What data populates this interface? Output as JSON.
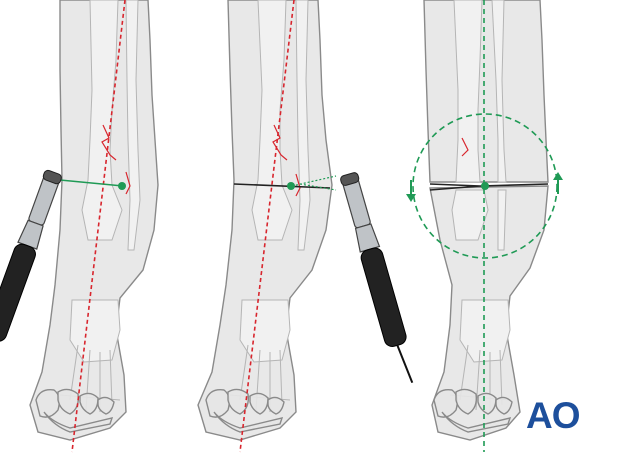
{
  "logo": {
    "text": "AO",
    "color": "#1d4f9c"
  },
  "colors": {
    "skin_fill": "#e6e6e6",
    "skin_stroke": "#8a8a8a",
    "bone_fill": "#f1f1f1",
    "bone_stroke": "#b5b5b5",
    "axis_red": "#d8262e",
    "guide_green": "#1f9a55",
    "instrument_dark": "#222222",
    "instrument_metal": "#bfc3c7"
  },
  "panels": [
    {
      "name": "osteotomy-start",
      "instrument": "oscillating-saw-left",
      "axis": "red-dashed",
      "cut": "partial-green-guide"
    },
    {
      "name": "osteotomy-complete",
      "instrument": "oscillating-saw-right",
      "axis": "red-dashed",
      "cut": "complete-transverse"
    },
    {
      "name": "rotation-correction",
      "instrument": "none",
      "axis": "green-dashed",
      "cut": "rotation-circle-with-arrows"
    }
  ],
  "icons": [
    "oscillating-saw-icon",
    "rotation-arrow-down-icon",
    "rotation-arrow-up-icon",
    "fracture-line-icon",
    "center-point-icon"
  ]
}
